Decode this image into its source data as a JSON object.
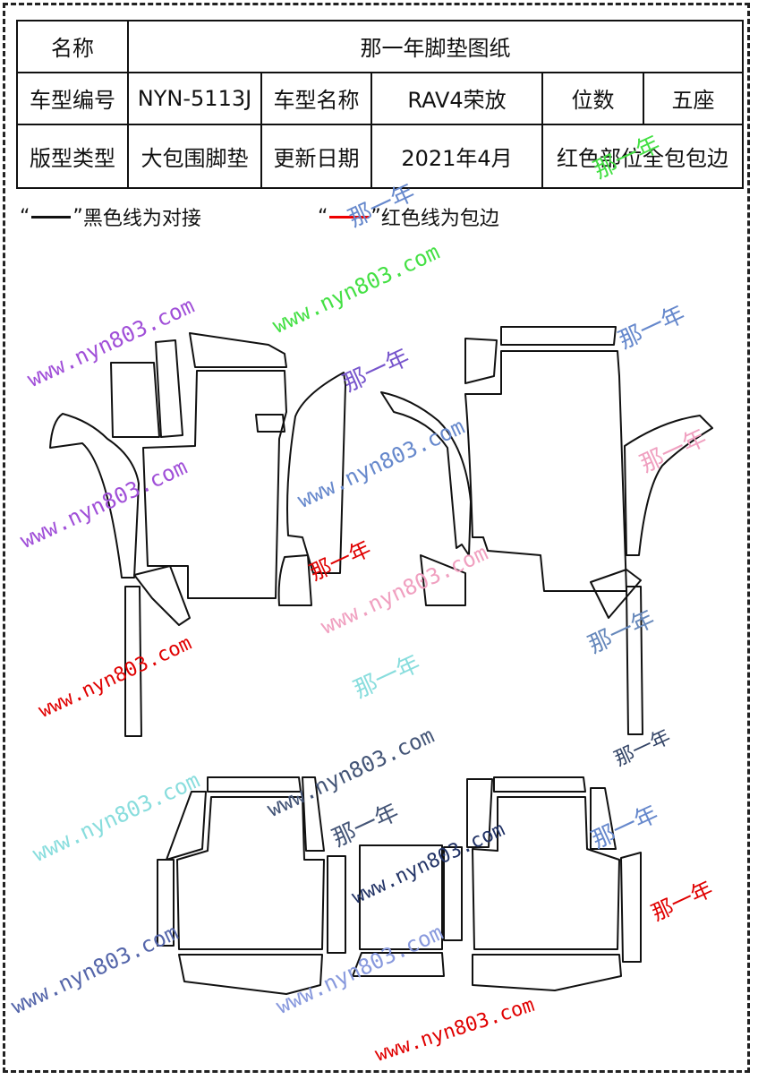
{
  "table": {
    "title_label": "名称",
    "title_value": "那一年脚垫图纸",
    "model_code_label": "车型编号",
    "model_code_value": "NYN-5113J",
    "model_name_label": "车型名称",
    "model_name_value": "RAV4荣放",
    "seats_label": "位数",
    "seats_value": "五座",
    "pattern_label": "版型类型",
    "pattern_value": "大包围脚垫",
    "date_label": "更新日期",
    "date_value": "2021年4月",
    "edge_note": "红色部位全包包边"
  },
  "legend": {
    "black_text": "黑色线为对接",
    "red_text": "红色线为包边",
    "open_quote": "“",
    "close_quote": "”"
  },
  "watermarks": {
    "brand": "那一年",
    "site": "www.nyn803.com"
  },
  "colors": {
    "outline": "#111111",
    "edge_red": "#e00000"
  }
}
